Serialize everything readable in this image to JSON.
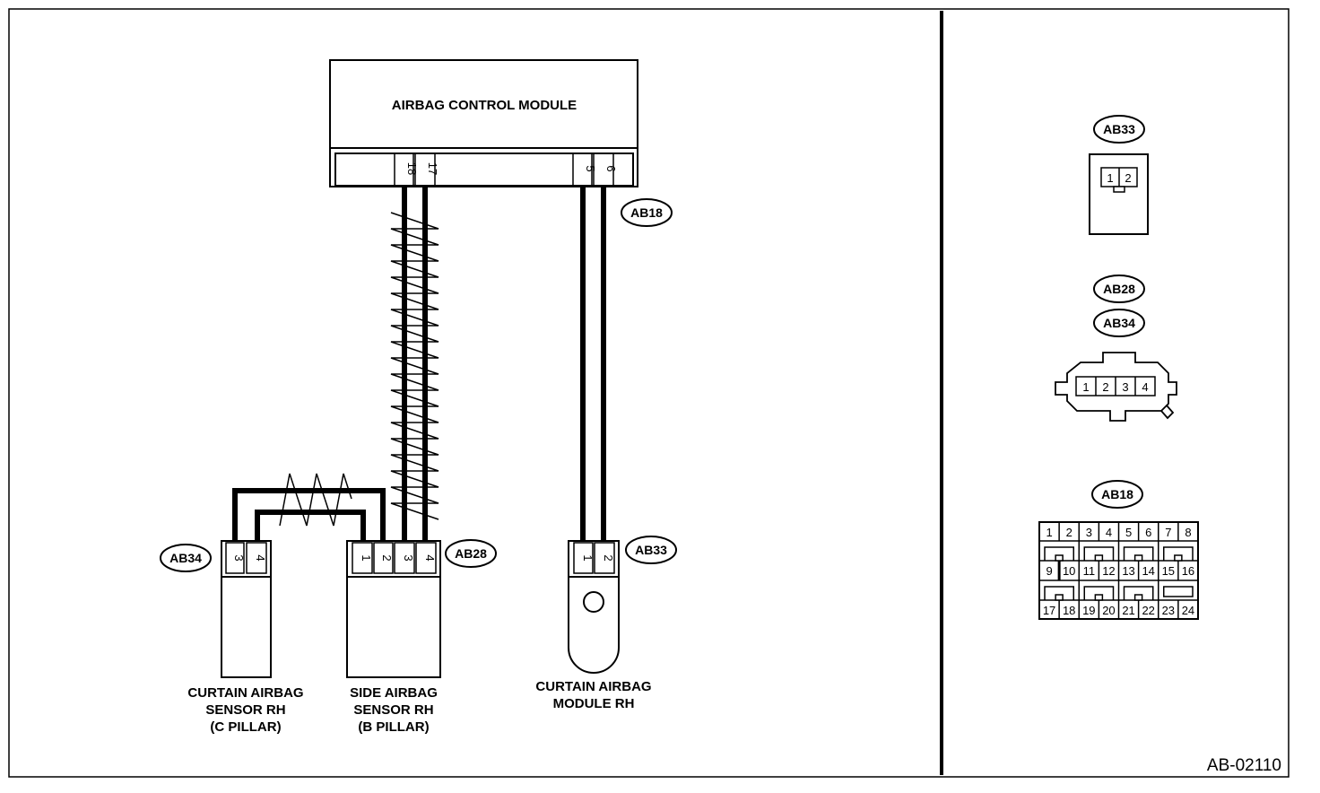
{
  "module": {
    "name": "AIRBAG CONTROL MODULE"
  },
  "connector_tags": {
    "ab18": "AB18",
    "ab28": "AB28",
    "ab33": "AB33",
    "ab34": "AB34"
  },
  "module_pins": [
    "18",
    "17",
    "5",
    "6"
  ],
  "devices": {
    "curtain_sensor": {
      "line1": "CURTAIN AIRBAG",
      "line2": "SENSOR RH",
      "line3": "(C PILLAR)",
      "pins": [
        "3",
        "4"
      ]
    },
    "side_sensor": {
      "line1": "SIDE AIRBAG",
      "line2": "SENSOR RH",
      "line3": "(B PILLAR)",
      "pins": [
        "1",
        "2",
        "3",
        "4"
      ]
    },
    "curtain_module": {
      "line1": "CURTAIN AIRBAG",
      "line2": "MODULE RH",
      "pins": [
        "1",
        "2"
      ]
    }
  },
  "connector_views": {
    "ab33": {
      "tag": "AB33",
      "pins": [
        "1",
        "2"
      ]
    },
    "ab28_ab34": {
      "tags": [
        "AB28",
        "AB34"
      ],
      "pins": [
        "1",
        "2",
        "3",
        "4"
      ]
    },
    "ab18": {
      "tag": "AB18",
      "row1": [
        "1",
        "2",
        "3",
        "4",
        "5",
        "6",
        "7",
        "8"
      ],
      "row2": [
        "9",
        "10",
        "11",
        "12",
        "13",
        "14",
        "15",
        "16"
      ],
      "row3": [
        "17",
        "18",
        "19",
        "20",
        "21",
        "22",
        "23",
        "24"
      ]
    }
  },
  "figure_id": "AB-02110"
}
